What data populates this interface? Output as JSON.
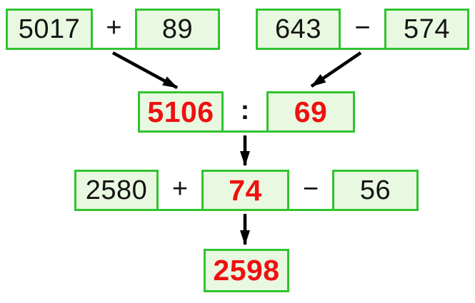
{
  "diagram": {
    "colors": {
      "box_border": "#2fc42f",
      "box_fill": "#e9f8e1",
      "operand_text": "#141414",
      "result_text": "#ee1111",
      "arrow": "#000000",
      "background": "#ffffff"
    },
    "top_left_sum": {
      "operand1": "5017",
      "operator": "+",
      "operand2": "89"
    },
    "top_right_difference": {
      "operand1": "643",
      "operator": "−",
      "operand2": "574"
    },
    "middle_division": {
      "dividend": "5106",
      "operator": ":",
      "divisor": "69"
    },
    "bottom_expression": {
      "operand1": "2580",
      "operator1": "+",
      "quotient": "74",
      "operator2": "−",
      "operand2": "56"
    },
    "final_result": {
      "value": "2598"
    }
  }
}
